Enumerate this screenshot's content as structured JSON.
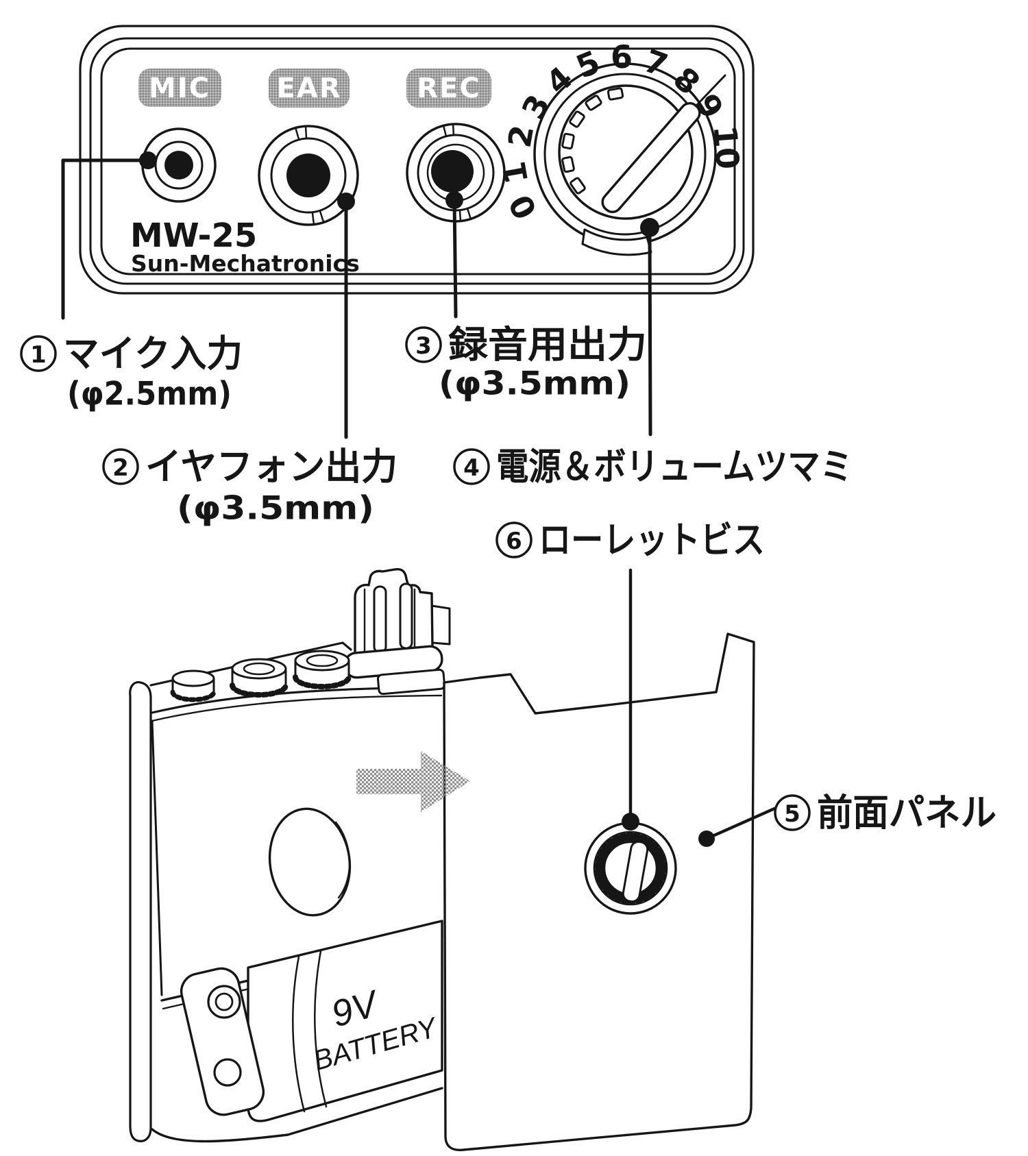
{
  "device": {
    "model": "MW-25",
    "brand": "Sun-Mechatronics",
    "jack_labels": [
      "MIC",
      "EAR",
      "REC"
    ],
    "dial_numbers": [
      "0",
      "1",
      "2",
      "3",
      "4",
      "5",
      "6",
      "7",
      "8",
      "9",
      "10"
    ],
    "battery_line1": "9V",
    "battery_line2": "BATTERY"
  },
  "annotations": [
    {
      "number": "1",
      "label": "マイク入力",
      "detail": "(φ2.5mm)"
    },
    {
      "number": "2",
      "label": "イヤフォン出力",
      "detail": "(φ3.5mm)"
    },
    {
      "number": "3",
      "label": "録音用出力",
      "detail": "(φ3.5mm)"
    },
    {
      "number": "4",
      "label": "電源＆ボリュームツマミ"
    },
    {
      "number": "5",
      "label": "前面パネル"
    },
    {
      "number": "6",
      "label": "ローレットビス"
    }
  ],
  "colors": {
    "line": "#161616",
    "badge_gray": "#a0a0a0",
    "arrow_gray": "#8f8f8f",
    "background": "#ffffff"
  }
}
